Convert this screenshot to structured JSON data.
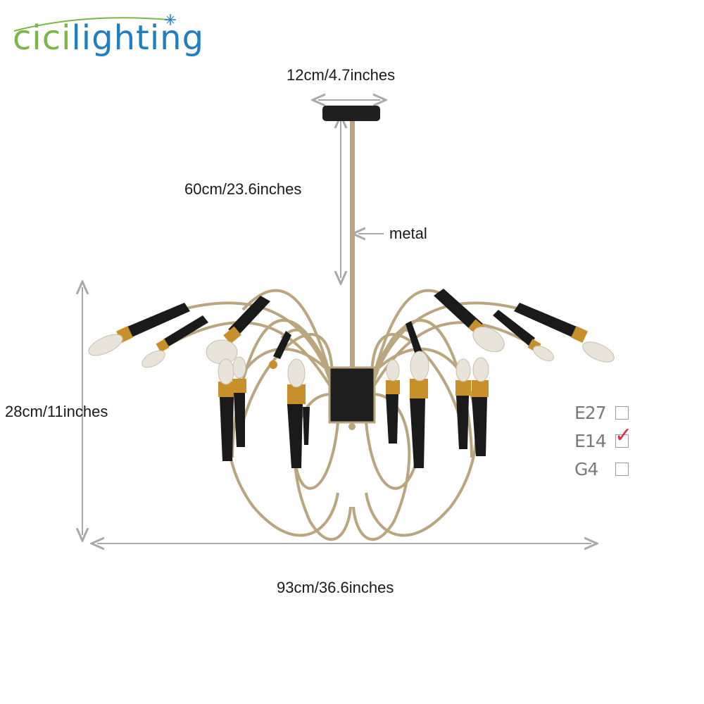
{
  "logo": {
    "part1": "cici",
    "part2": "lighting"
  },
  "dimensions": {
    "canopy_width": "12cm/4.7inches",
    "rod_length": "60cm/23.6inches",
    "height": "28cm/11inches",
    "width": "93cm/36.6inches"
  },
  "material_label": "metal",
  "bulb_types": [
    {
      "name": "E27",
      "checked": false
    },
    {
      "name": "E14",
      "checked": true
    },
    {
      "name": "G4",
      "checked": false
    }
  ],
  "colors": {
    "brass": "#b9a57e",
    "black": "#1a1a1a",
    "gold": "#c8902a",
    "arrow": "#a9a9a9",
    "check": "#d9303a"
  }
}
